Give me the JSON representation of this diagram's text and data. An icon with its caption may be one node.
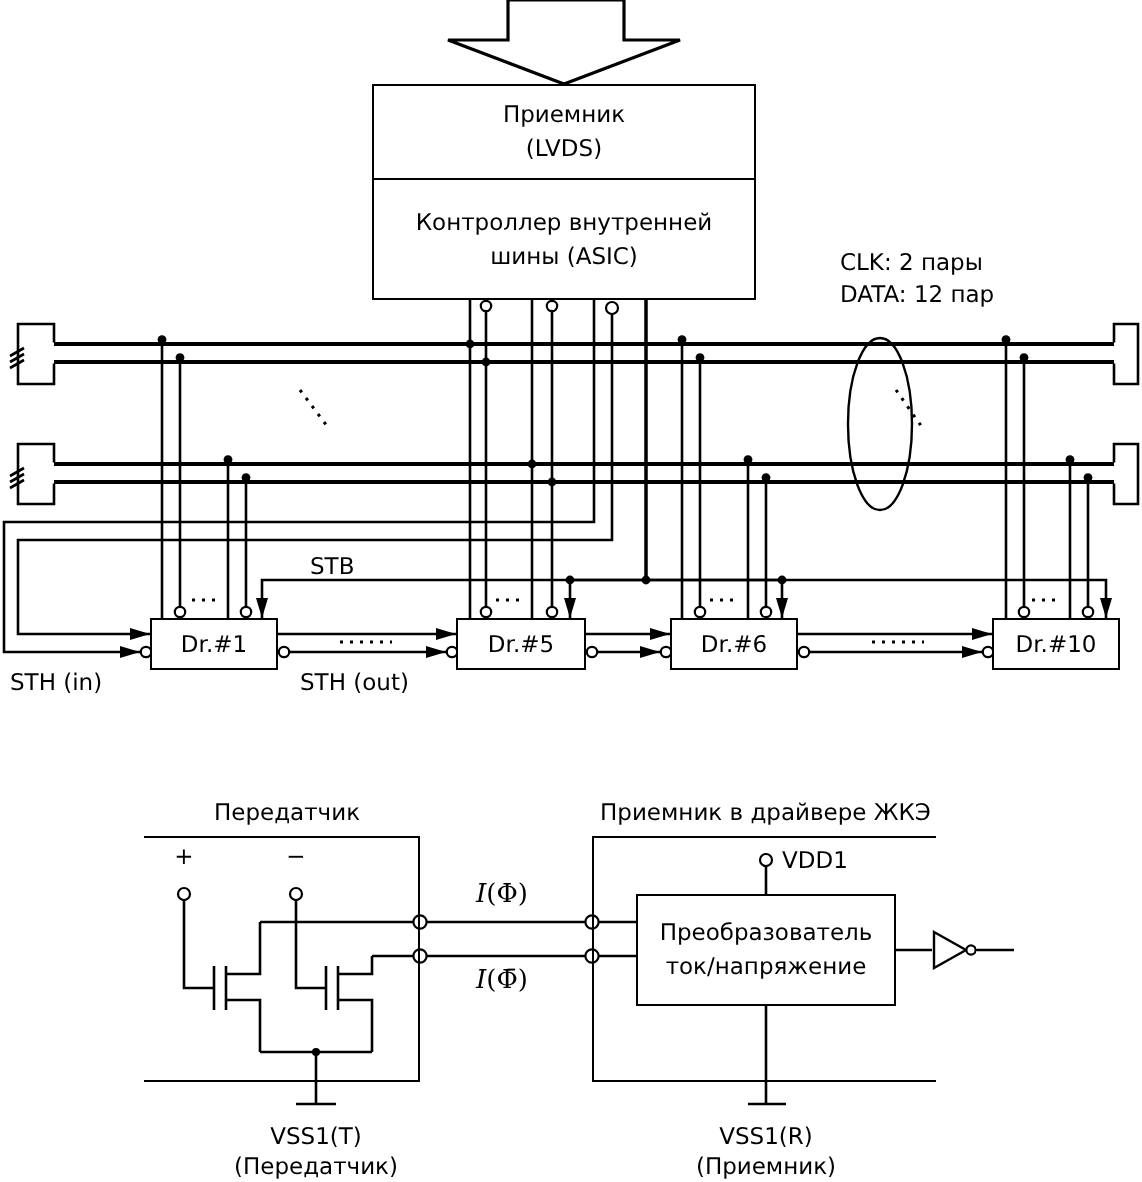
{
  "diagram": {
    "nodes": [
      {
        "text": [
          "Приемник (LVDS)",
          "Контроллер внутренней шины (ASIC)"
        ]
      },
      {
        "text": [
          "Dr.#1"
        ]
      },
      {
        "text": [
          "Dr.#5"
        ]
      },
      {
        "text": [
          "Dr.#6"
        ]
      },
      {
        "text": [
          "Dr.#10"
        ]
      },
      {
        "text": [
          "Передатчик"
        ]
      },
      {
        "text": [
          "Приемник в драйвере ЖКЭ"
        ]
      },
      {
        "text": [
          "Преобразователь ток/напряжение"
        ],
        "in": 6
      },
      {
        "text": [],
        "shape": "triangle"
      },
      {
        "text": [],
        "shape": "bar"
      },
      {
        "text": [],
        "shape": "bar"
      },
      {
        "text": [],
        "shape": "bar"
      },
      {
        "text": [],
        "shape": "bar"
      }
    ],
    "edges": [
      {
        "from": null,
        "to": 0,
        "arrow": "to",
        "style": "thick"
      },
      {
        "from": 0,
        "to": 1,
        "arrow": "to"
      },
      {
        "from": 0,
        "to": 1,
        "arrow": "to"
      },
      {
        "from": 0,
        "to": 1,
        "arrow": "to"
      },
      {
        "from": 0,
        "to": 2,
        "arrow": "to"
      },
      {
        "from": 0,
        "to": 3,
        "arrow": "to"
      },
      {
        "from": 0,
        "to": 4,
        "arrow": "to"
      },
      {
        "from": 0,
        "to": 2,
        "arrow": "none"
      },
      {
        "from": 0,
        "to": 2,
        "arrow": "other"
      },
      {
        "from": 0,
        "to": 2,
        "arrow": "none"
      },
      {
        "from": 0,
        "to": 2,
        "arrow": "other"
      },
      {
        "from": 1,
        "to": 2,
        "arrow": "to"
      },
      {
        "from": 1,
        "to": 2,
        "arrow": "to"
      },
      {
        "from": 2,
        "to": 3,
        "arrow": "to"
      },
      {
        "from": 2,
        "to": 3,
        "arrow": "to"
      },
      {
        "from": 3,
        "to": 4,
        "arrow": "to"
      },
      {
        "from": 3,
        "to": 4,
        "arrow": "to"
      },
      {
        "from": 5,
        "to": 7,
        "arrow": "other",
        "label": "*I*(Φ)"
      },
      {
        "from": 5,
        "to": 7,
        "arrow": "other",
        "label": "*I*(Φ̄)"
      },
      {
        "from": 7,
        "to": 8,
        "arrow": "none"
      },
      {
        "from": 8,
        "to": null,
        "arrow": "none"
      },
      {
        "from": 9,
        "to": 1,
        "arrow": "other"
      },
      {
        "from": 10,
        "to": 1,
        "arrow": "other"
      },
      {
        "from": 11,
        "to": 1,
        "arrow": "other"
      },
      {
        "from": 12,
        "to": 1,
        "arrow": "other"
      },
      {
        "from": 9,
        "to": 3,
        "arrow": "other"
      },
      {
        "from": 10,
        "to": 3,
        "arrow": "other"
      },
      {
        "from": 11,
        "to": 3,
        "arrow": "other"
      },
      {
        "from": 12,
        "to": 3,
        "arrow": "other"
      },
      {
        "from": 9,
        "to": 4,
        "arrow": "other"
      },
      {
        "from": 10,
        "to": 4,
        "arrow": "other"
      },
      {
        "from": 11,
        "to": 4,
        "arrow": "other"
      },
      {
        "from": 12,
        "to": 4,
        "arrow": "other"
      },
      {
        "from": 9,
        "to": 10,
        "arrow": "none"
      },
      {
        "from": 11,
        "to": 12,
        "arrow": "none"
      },
      {
        "from": 9,
        "to": 10,
        "arrow": "none"
      },
      {
        "from": 11,
        "to": 12,
        "arrow": "none"
      }
    ],
    "labels": [
      "CLK: 2 пары",
      "DATA: 12 пар",
      "STB",
      "STH (in)",
      "STH (out)",
      "+",
      "−",
      "VDD1",
      "VSS1(T)",
      "(Передатчик)",
      "VSS1(R)",
      "(Приемник)"
    ]
  }
}
